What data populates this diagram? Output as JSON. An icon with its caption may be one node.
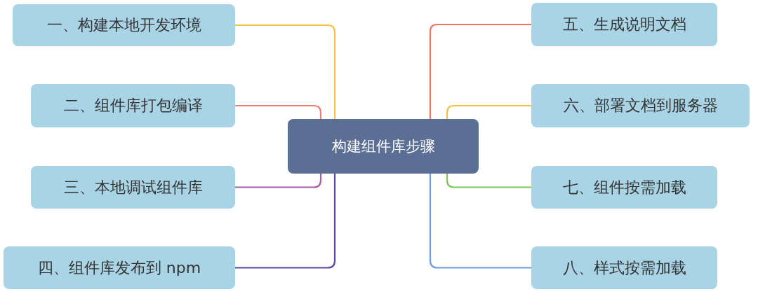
{
  "diagram": {
    "nodes": [
      {
        "text": [
          "构建组件库步骤"
        ]
      },
      {
        "text": [
          "一、构建本地开发环境"
        ]
      },
      {
        "text": [
          "二、组件库打包编译"
        ]
      },
      {
        "text": [
          "三、本地调试组件库"
        ]
      },
      {
        "text": [
          "四、组件库发布到 npm"
        ]
      },
      {
        "text": [
          "五、生成说明文档"
        ]
      },
      {
        "text": [
          "六、部署文档到服务器"
        ]
      },
      {
        "text": [
          "七、组件按需加载"
        ]
      },
      {
        "text": [
          "八、样式按需加载"
        ]
      }
    ],
    "edges": [
      {
        "from": 0,
        "to": 1,
        "arrow": "none",
        "color": "#f5c044"
      },
      {
        "from": 0,
        "to": 2,
        "arrow": "none",
        "color": "#f07f6c"
      },
      {
        "from": 0,
        "to": 3,
        "arrow": "none",
        "color": "#a65ca6"
      },
      {
        "from": 0,
        "to": 4,
        "arrow": "none",
        "color": "#5846a6"
      },
      {
        "from": 0,
        "to": 5,
        "arrow": "none",
        "color": "#f0735e"
      },
      {
        "from": 0,
        "to": 6,
        "arrow": "none",
        "color": "#f5c044"
      },
      {
        "from": 0,
        "to": 7,
        "arrow": "none",
        "color": "#7cc55a"
      },
      {
        "from": 0,
        "to": 8,
        "arrow": "none",
        "color": "#6b9be2"
      }
    ]
  }
}
